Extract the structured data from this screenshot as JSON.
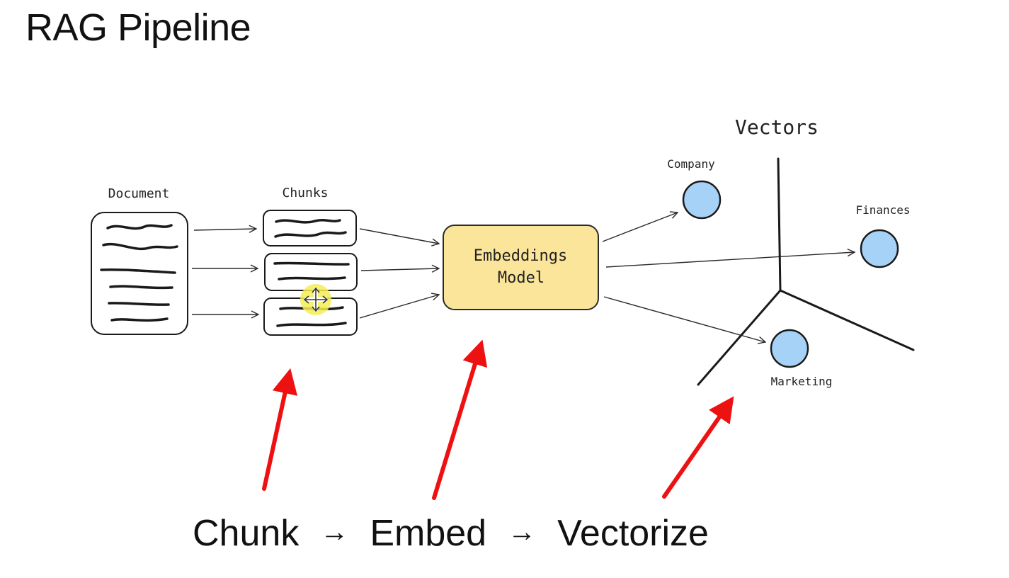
{
  "title": "RAG Pipeline",
  "diagram": {
    "document_label": "Document",
    "chunks_label": "Chunks",
    "model_label_line1": "Embeddings",
    "model_label_line2": "Model",
    "vectors_label": "Vectors",
    "vector_points": [
      {
        "label": "Company"
      },
      {
        "label": "Finances"
      },
      {
        "label": "Marketing"
      }
    ]
  },
  "steps": {
    "step1": "Chunk",
    "sep1": "→",
    "step2": "Embed",
    "sep2": "→",
    "step3": "Vectorize"
  },
  "colors": {
    "model_fill": "#fbe59a",
    "model_stroke": "#d9b44a",
    "vector_fill": "#a6d2f7",
    "highlight_arrow": "#ee1111",
    "cursor_highlight": "#f3ee55"
  },
  "icons": {
    "cursor": "move-cursor-icon"
  }
}
